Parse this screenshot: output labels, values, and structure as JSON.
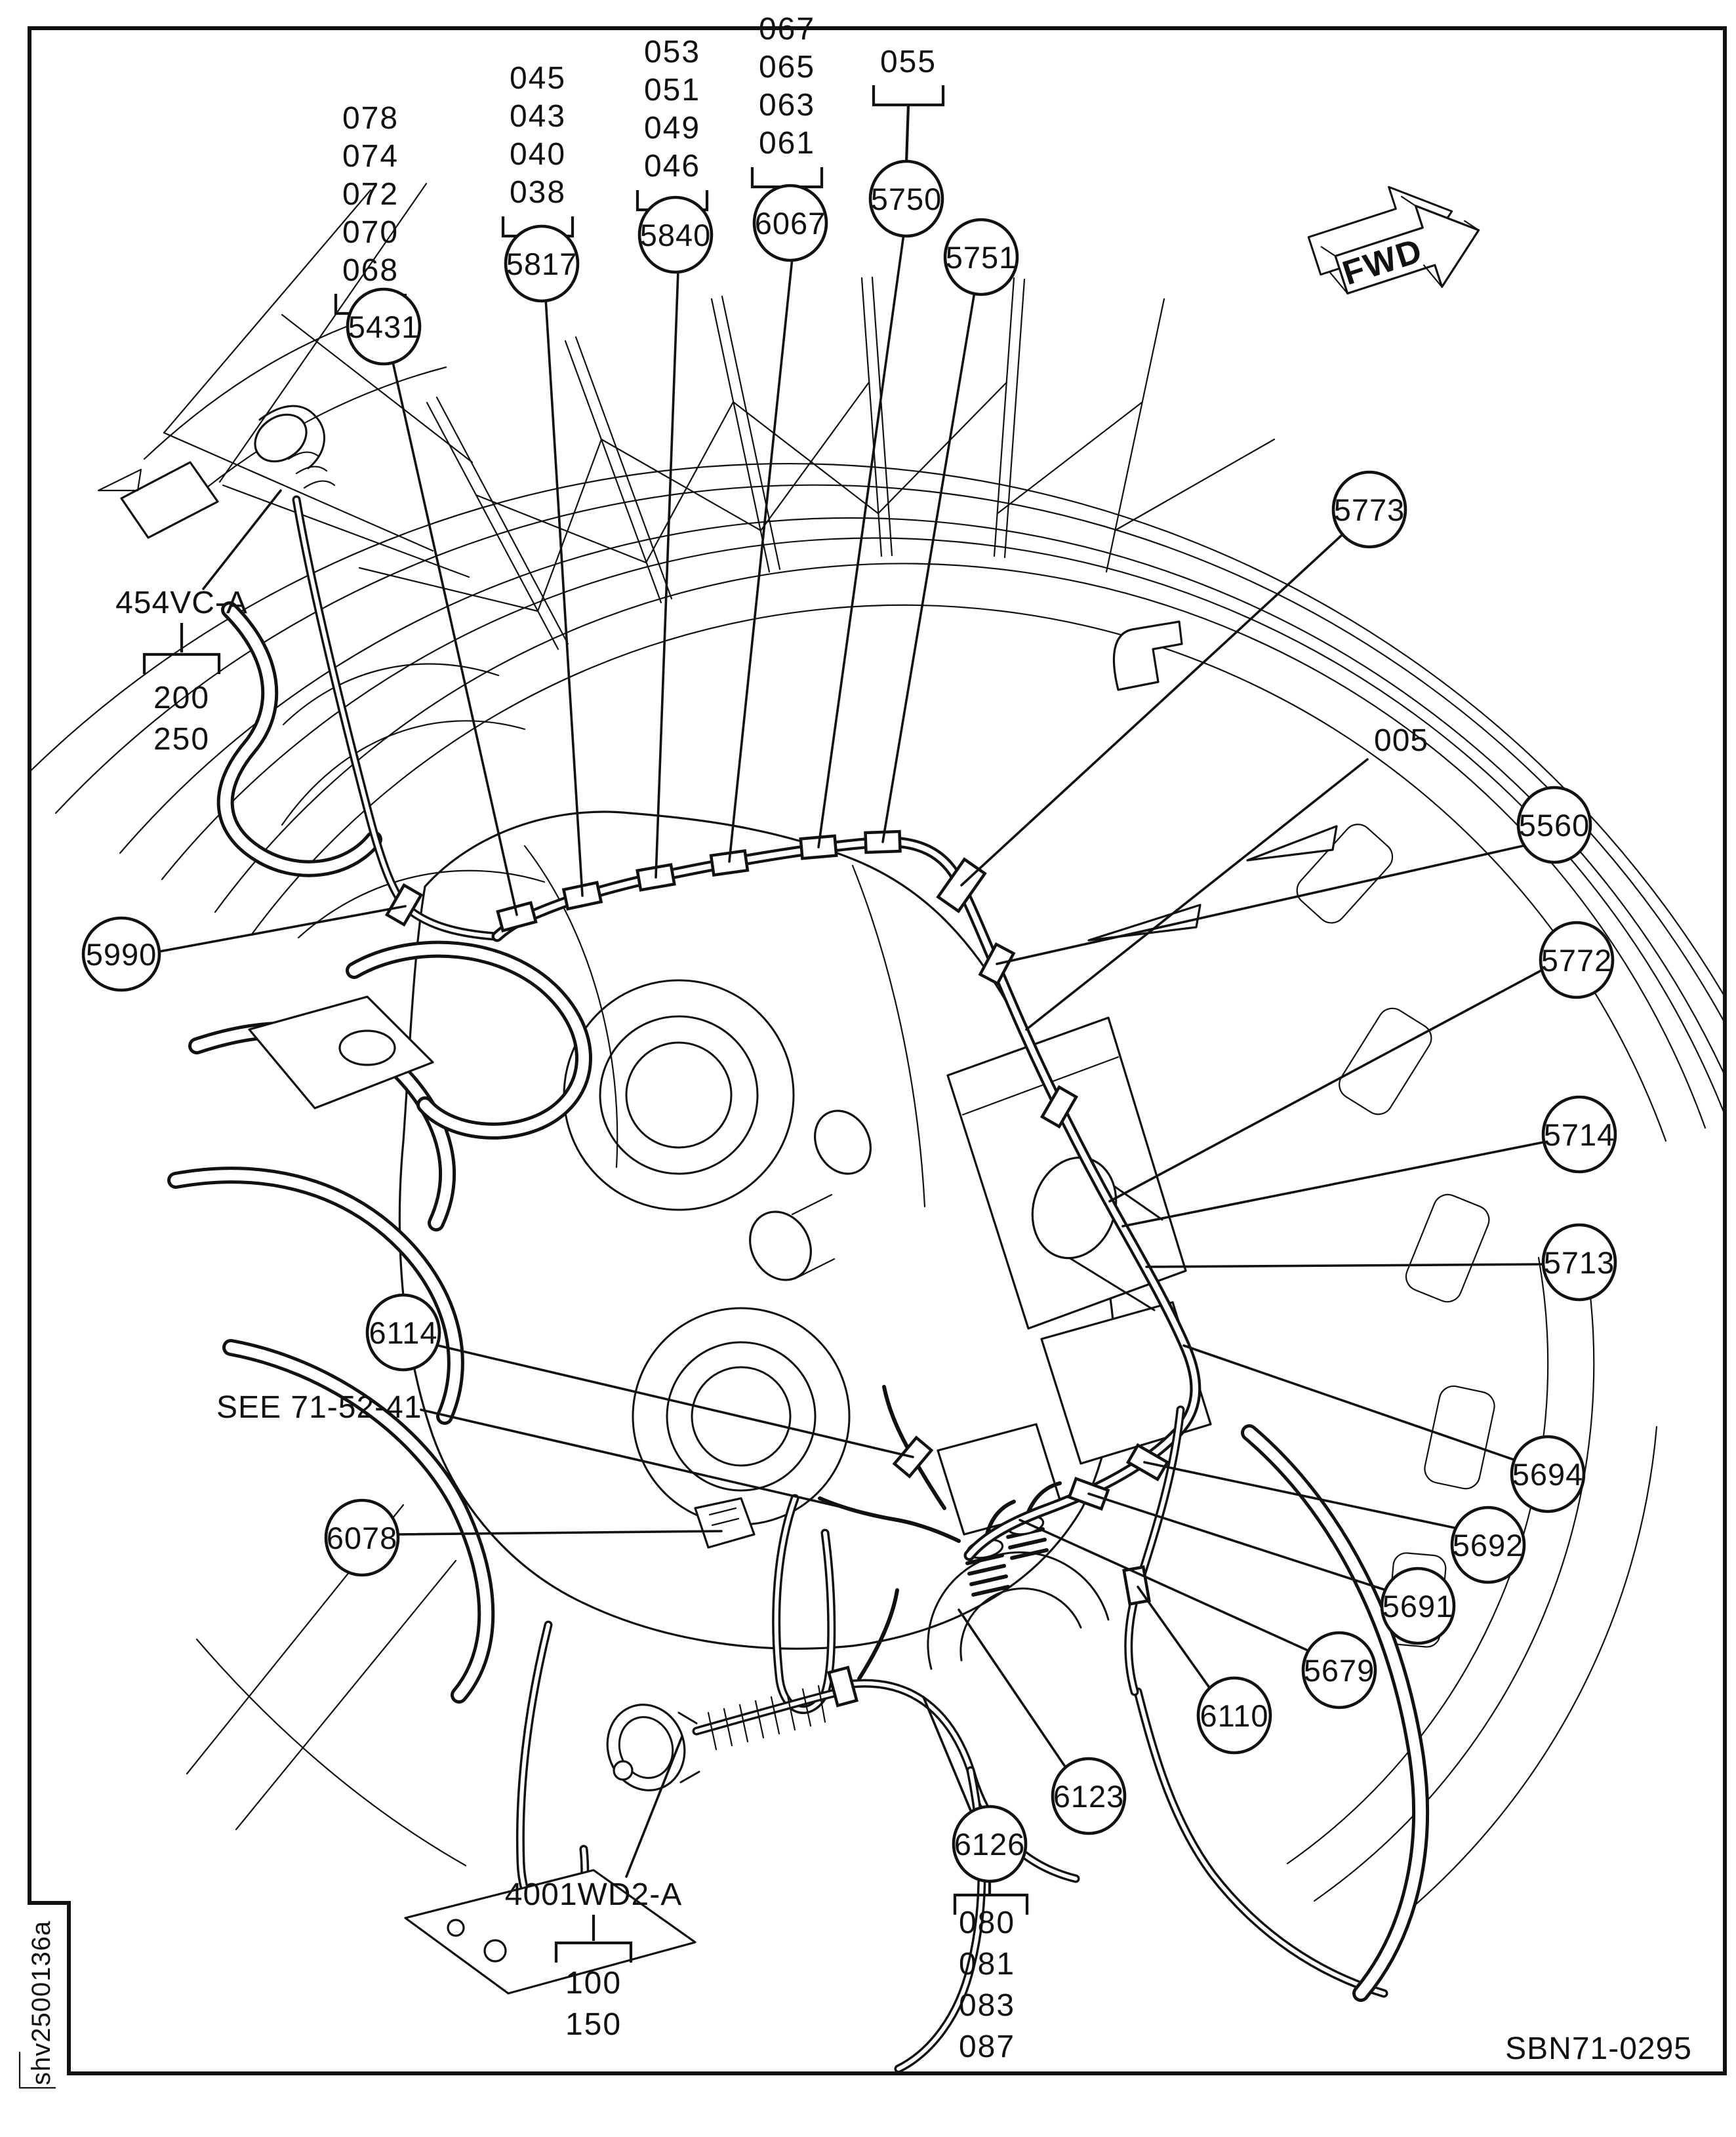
{
  "page": {
    "fwd_label": "FWD",
    "drawing_code": "SBN71-0295",
    "sheet_code": "shv2500136a"
  },
  "reference_note": {
    "text": "SEE 71-52-41"
  },
  "free_label": {
    "text": "005"
  },
  "part_groups": {
    "g454vc": {
      "name": "454VC-A",
      "items": [
        "200",
        "250"
      ]
    },
    "g4001wd2": {
      "name": "4001WD2-A",
      "items": [
        "100",
        "150"
      ]
    }
  },
  "stacks": {
    "s5431": {
      "items": [
        "078",
        "074",
        "072",
        "070",
        "068"
      ]
    },
    "s5817": {
      "items": [
        "045",
        "043",
        "040",
        "038"
      ]
    },
    "s5840": {
      "items": [
        "053",
        "051",
        "049",
        "046"
      ]
    },
    "s6067": {
      "items": [
        "067",
        "065",
        "063",
        "061"
      ]
    },
    "s5750": {
      "items": [
        "055"
      ]
    },
    "s6126": {
      "items": [
        "080",
        "081",
        "083",
        "087"
      ]
    }
  },
  "callouts": {
    "c5431": {
      "label": "5431"
    },
    "c5817": {
      "label": "5817"
    },
    "c5840": {
      "label": "5840"
    },
    "c6067": {
      "label": "6067"
    },
    "c5750": {
      "label": "5750"
    },
    "c5751": {
      "label": "5751"
    },
    "c5773": {
      "label": "5773"
    },
    "c5560": {
      "label": "5560"
    },
    "c5772": {
      "label": "5772"
    },
    "c5714": {
      "label": "5714"
    },
    "c5713": {
      "label": "5713"
    },
    "c5694": {
      "label": "5694"
    },
    "c5692": {
      "label": "5692"
    },
    "c5691": {
      "label": "5691"
    },
    "c5679": {
      "label": "5679"
    },
    "c6110": {
      "label": "6110"
    },
    "c6123": {
      "label": "6123"
    },
    "c6126": {
      "label": "6126"
    },
    "c6114": {
      "label": "6114"
    },
    "c6078": {
      "label": "6078"
    },
    "c5990": {
      "label": "5990"
    }
  }
}
